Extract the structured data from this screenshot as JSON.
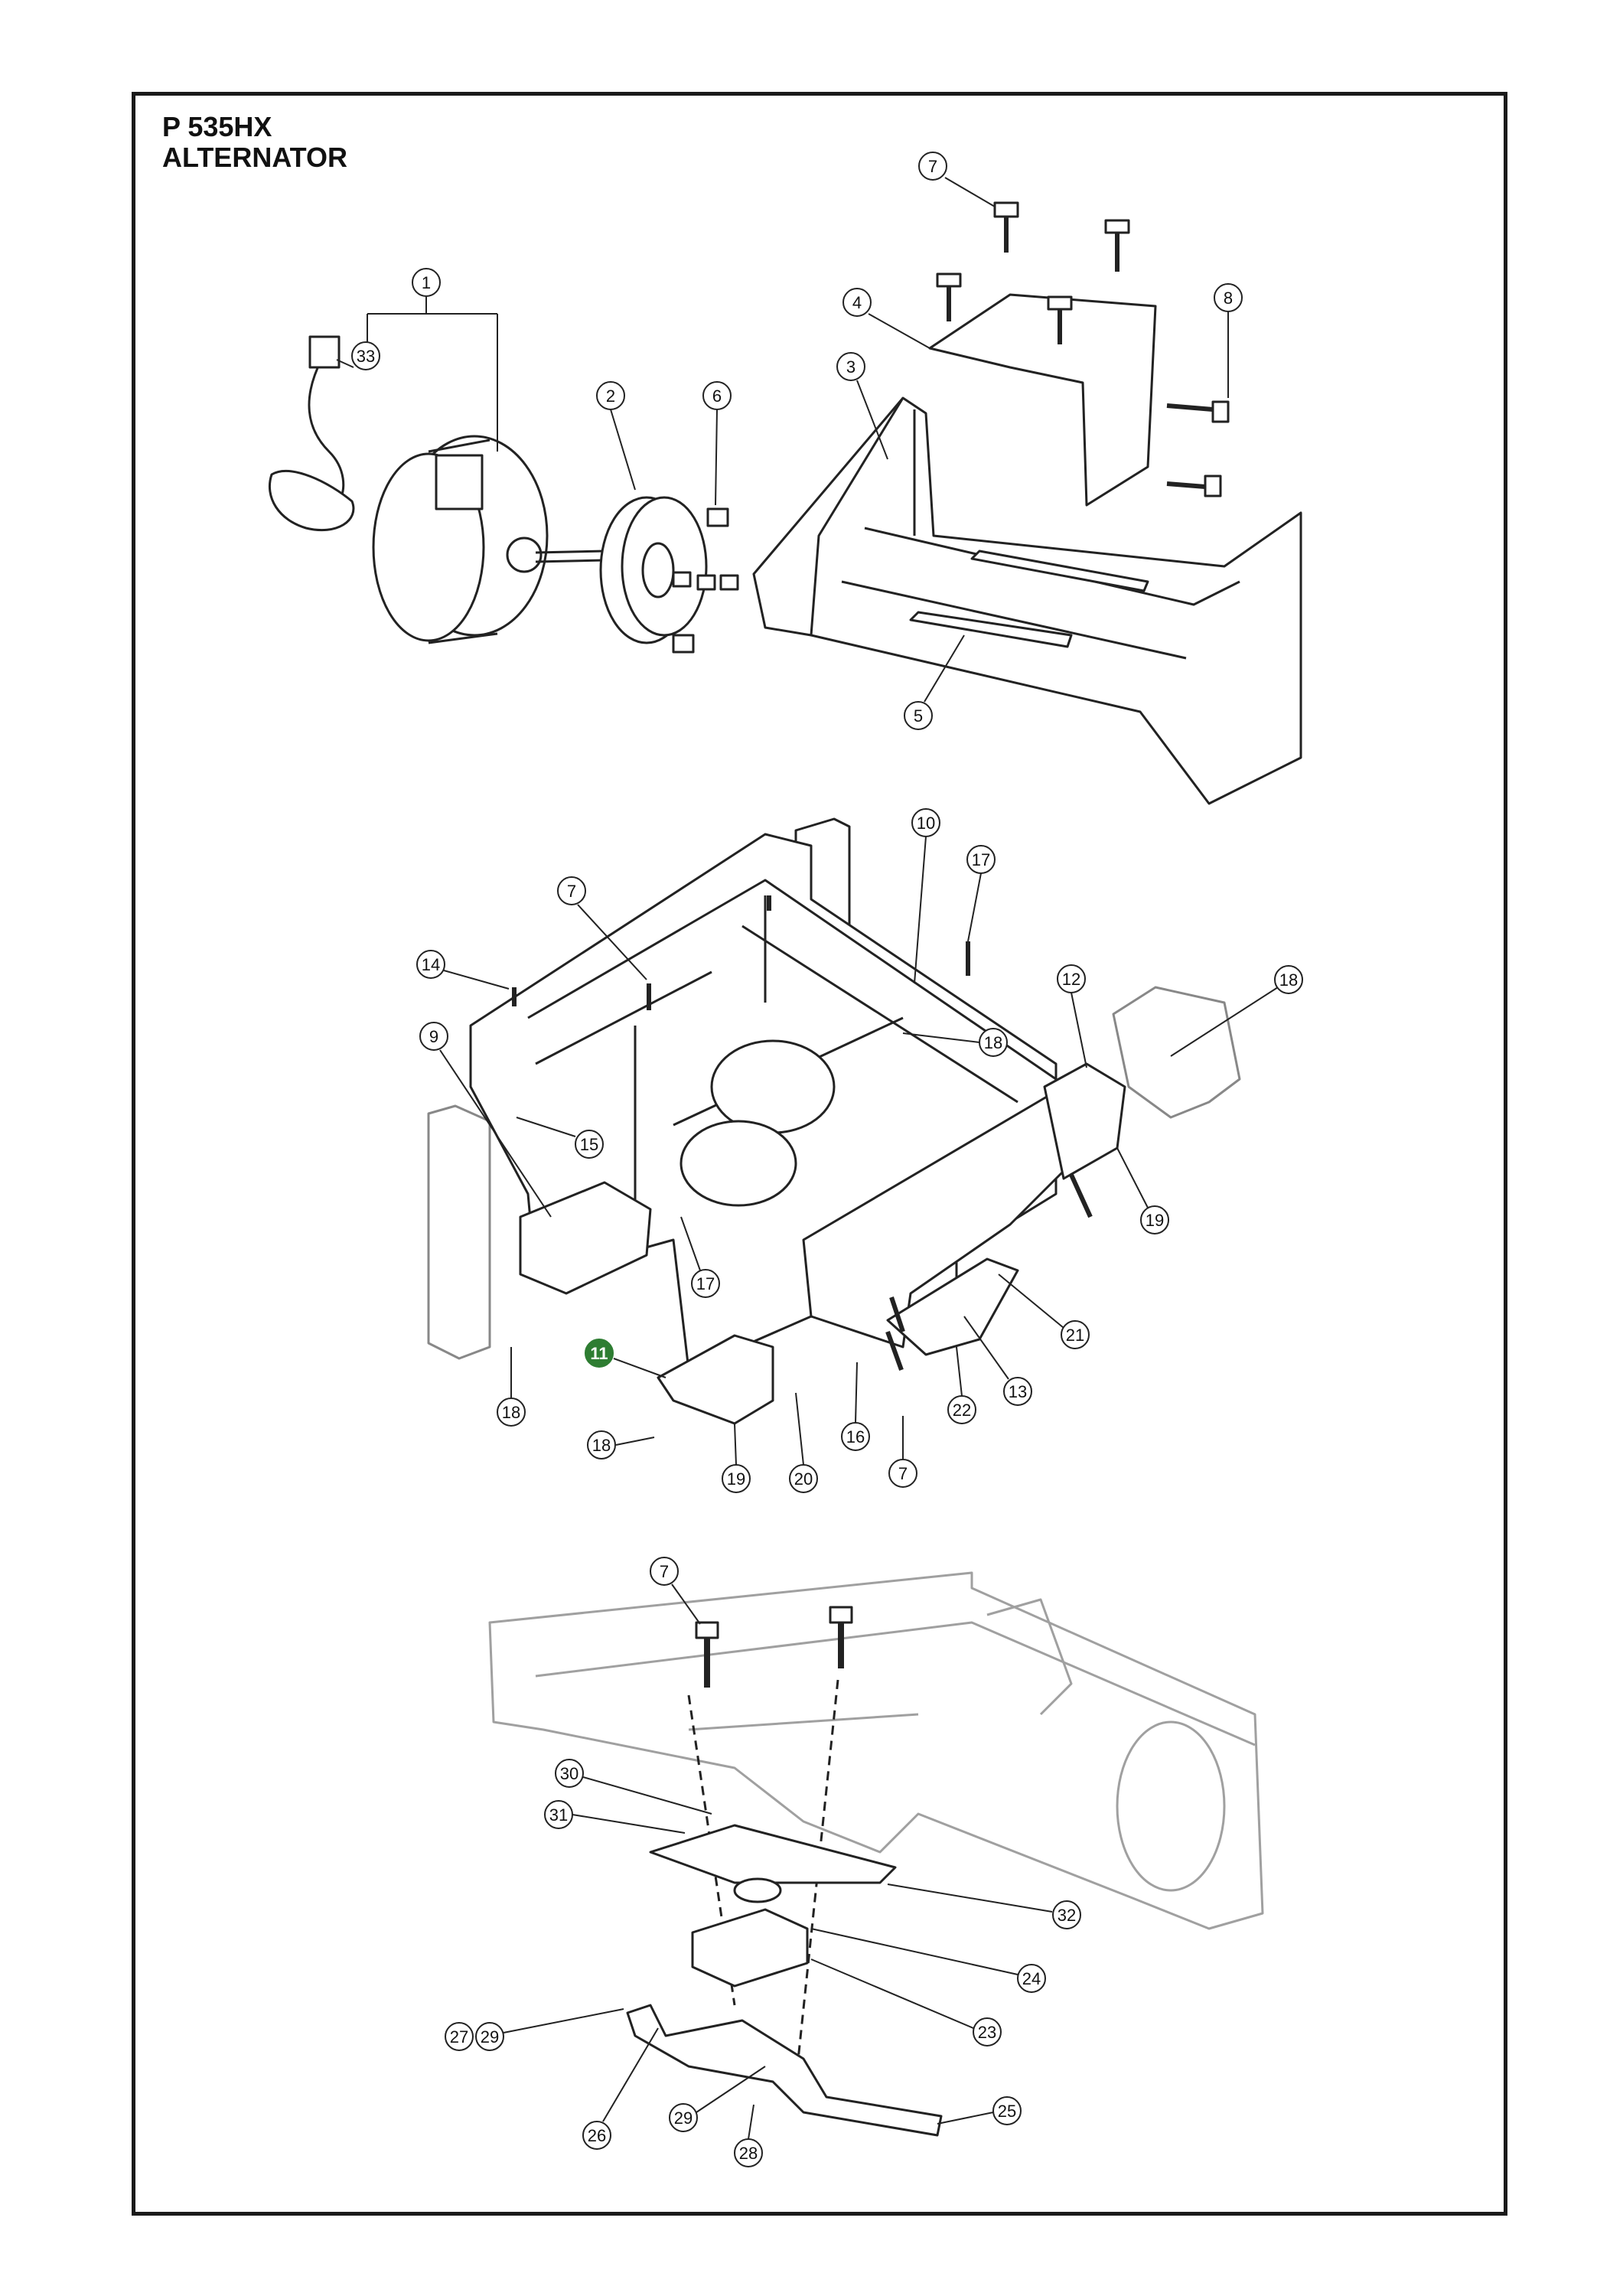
{
  "title": {
    "model": "P 535HX",
    "section": "ALTERNATOR"
  },
  "colors": {
    "line": "#222222",
    "faint": "#9a9a9a",
    "highlight": "#2e7d32"
  },
  "highlighted_callout": "11",
  "callouts": {
    "top": [
      "1",
      "33",
      "2",
      "6",
      "3",
      "4",
      "7",
      "8",
      "5"
    ],
    "middle": [
      "7",
      "10",
      "17",
      "14",
      "9",
      "15",
      "12",
      "18",
      "18",
      "19",
      "17",
      "21",
      "13",
      "22",
      "11",
      "18",
      "18",
      "19",
      "20",
      "16",
      "7"
    ],
    "bottom": [
      "7",
      "30",
      "31",
      "32",
      "24",
      "23",
      "27",
      "29",
      "26",
      "29",
      "28",
      "25"
    ]
  }
}
